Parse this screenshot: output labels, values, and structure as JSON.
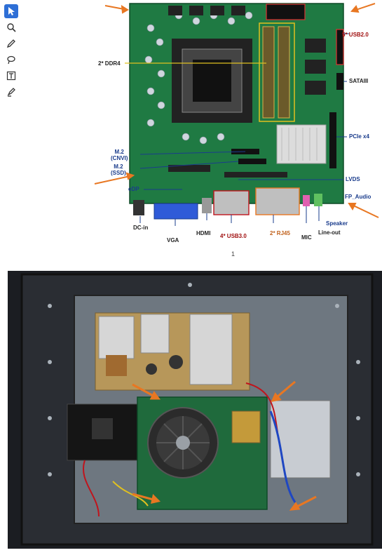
{
  "toolbar": {
    "tools": [
      {
        "icon": "select-arrow-icon",
        "active": true
      },
      {
        "icon": "zoom-icon",
        "active": false
      },
      {
        "icon": "pen-icon",
        "active": false
      },
      {
        "icon": "lasso-icon",
        "active": false
      },
      {
        "icon": "text-box-icon",
        "active": false
      },
      {
        "icon": "highlighter-icon",
        "active": false
      }
    ]
  },
  "page1": {
    "labels": {
      "usb20": "5* USB2.0",
      "ddr4": "2* DDR4",
      "sataiii": "SATAIII",
      "pcie": "PCIe x4",
      "m2_cnvi": "M.2\n(CNVI)",
      "m2_ssd": "M.2\n(SSD)",
      "lvds": "LVDS",
      "edp": "eDP",
      "fp_audio": "FP_Audio",
      "speaker": "Speaker",
      "dc_in": "DC-in",
      "vga": "VGA",
      "hdmi": "HDMI",
      "usb30": "4* USB3.0",
      "rj45": "2* RJ45",
      "mic": "MIC",
      "line_out": "Line-out"
    },
    "page_number": "1"
  },
  "colors": {
    "accent": "#2e6fd6",
    "board": "#1f7a43",
    "annotation_blue": "#1a3c8c",
    "annotation_orange": "#e87722",
    "annotation_red": "#c0141c"
  }
}
